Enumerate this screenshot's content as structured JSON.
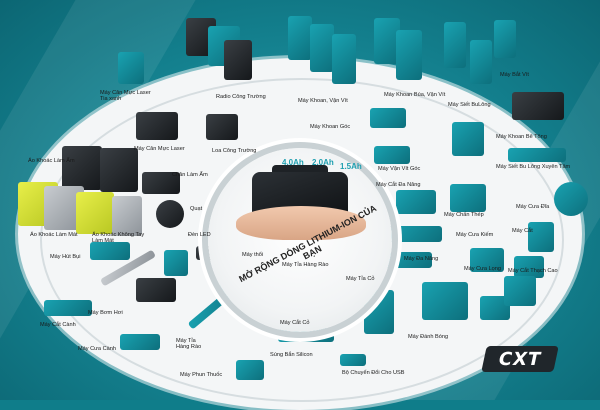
{
  "center": {
    "slogan": "MỞ RỘNG DÒNG LITHIUM-ION CỦA BẠN",
    "capacities": [
      "4.0Ah",
      "2.0Ah",
      "1.5Ah"
    ]
  },
  "brand_logo": "CXT",
  "labels": {
    "may_can_muc_laser_tia_xanh": "Máy Cân Mực Laser\nTia xanh",
    "radio_cong_truong": "Radio Công Trường",
    "may_khoan_van_vit": "Máy Khoan, Vặn Vít",
    "may_khoan_bua_van_vit": "Máy Khoan Búa, Vặn Vít",
    "may_bat_vit": "Máy Bắt Vít",
    "may_siet_bulong": "Máy Siết BuLông",
    "may_khoan_be_tong": "Máy Khoan Bê Tông",
    "may_khoan_goc": "Máy Khoan Góc",
    "may_can_muc_laser": "Máy Cân Mực Laser",
    "loa_cong_truong": "Loa Công Trường",
    "may_van_vit_goc": "Máy Vặn Vít Góc",
    "may_siet_bu_long_xuyen_tam": "Máy Siết Bu Lông Xuyên Tâm",
    "ao_khoac_lam_am": "Áo Khoác Làm Ấm",
    "chan_lam_am": "Chăn Làm Ấm",
    "may_cat_da_nang": "Máy Cắt Đa Năng",
    "quat": "Quạt",
    "den_led": "Đèn LED",
    "may_chan_thep": "Máy Chấn Thép",
    "may_cua_dia": "Máy Cưa Đĩa",
    "ao_khoac_lam_mat": "Áo Khoác Làm Mát",
    "ao_khoac_khong_tay_lam_mat": "Áo Khoác Không Tay\nLàm Mát",
    "may_cua_kiem": "Máy Cưa Kiếm",
    "may_cat": "Máy Cắt",
    "may_hut_bui": "Máy Hút Bụi",
    "may_thoi": "Máy thổi",
    "may_tia_hang_rao_1": "Máy Tỉa Hàng Rào",
    "may_da_nang": "Máy Đa Năng",
    "may_cua_long": "Máy Cưa Lọng",
    "may_cat_thach_cao": "Máy Cắt Thạch Cao",
    "may_tia_co": "Máy Tỉa Cỏ",
    "may_bom_hoi": "Máy Bơm Hơi",
    "may_cat_co": "Máy Cắt Cỏ",
    "may_cat_canh": "Máy Cắt Cành",
    "may_tia_hang_rao_2": "Máy Tỉa\nHàng Rào",
    "may_danh_bong": "Máy Đánh Bóng",
    "may_cua_canh": "Máy Cưa Cành",
    "sung_ban_silicon": "Súng Bắn Silicon",
    "bo_chuyen_doi_cho_usb": "Bộ Chuyển Đổi Cho USB",
    "may_phun_thuoc": "Máy Phun Thuốc"
  }
}
